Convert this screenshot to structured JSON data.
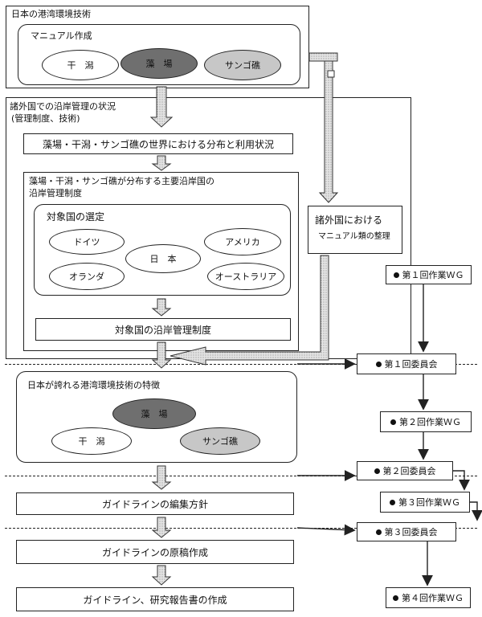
{
  "top": {
    "title": "日本の港湾環境技術",
    "manual_title": "マニュアル作成",
    "items": [
      "干　潟",
      "藻　場",
      "サンゴ礁"
    ]
  },
  "foreign": {
    "title": "諸外国での沿岸管理の状況",
    "subtitle": "(管理制度、技術)",
    "distribution": "藻場・干潟・サンゴ礁の世界における分布と利用状況",
    "countries_box_title1": "藻場・干潟・サンゴ礁が分布する主要沿岸国の",
    "countries_box_title2": "沿岸管理制度",
    "selection_title": "対象国の選定",
    "countries": [
      "ドイツ",
      "アメリカ",
      "日　本",
      "オランダ",
      "オーストラリア"
    ],
    "system": "対象国の沿岸管理制度"
  },
  "manual_side": {
    "line1": "諸外国における",
    "line2": "マニュアル類の整理"
  },
  "japan": {
    "title": "日本が誇れる港湾環境技術の特徴",
    "items": [
      "藻　場",
      "干　潟",
      "サンゴ礁"
    ]
  },
  "steps": [
    "ガイドラインの編集方針",
    "ガイドラインの原稿作成",
    "ガイドライン、研究報告書の作成"
  ],
  "meetings": {
    "wg1": "第１回作業ＷＧ",
    "c1": "第１回委員会",
    "wg2": "第２回作業ＷＧ",
    "c2": "第２回委員会",
    "wg3": "第３回作業ＷＧ",
    "c3": "第３回委員会",
    "wg4": "第４回作業ＷＧ"
  }
}
